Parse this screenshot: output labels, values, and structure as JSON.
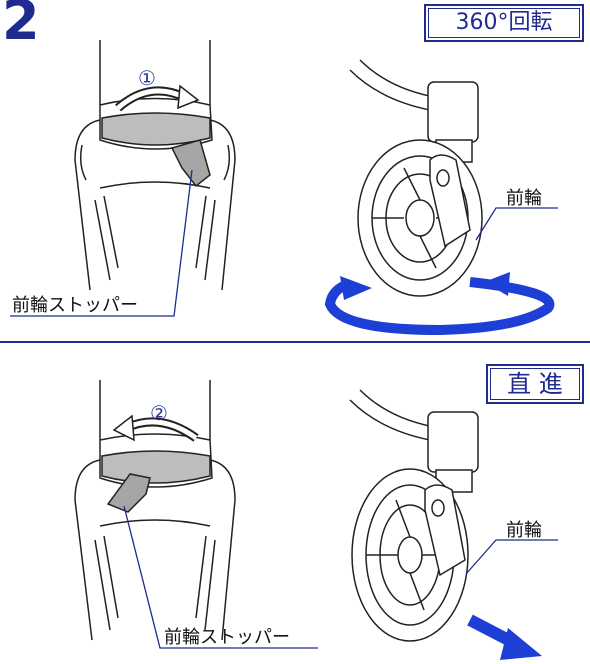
{
  "step": {
    "number": "2"
  },
  "panels": [
    {
      "mode_label": "360°回転",
      "step_marker": "①",
      "stopper_label": "前輪ストッパー",
      "wheel_label": "前輪",
      "arrow_icon": "rotate-clockwise-arrow-icon",
      "motion_icon": "swivel-360-arrow-icon"
    },
    {
      "mode_label": "直 進",
      "step_marker": "②",
      "stopper_label": "前輪ストッパー",
      "wheel_label": "前輪",
      "arrow_icon": "rotate-counterclockwise-arrow-icon",
      "motion_icon": "straight-forward-arrow-icon"
    }
  ],
  "colors": {
    "accent": "#1f2b8f",
    "arrow_blue": "#1e3fd6",
    "stopper_gray": "#a6a6a6",
    "band_gray": "#bdbdbd"
  }
}
